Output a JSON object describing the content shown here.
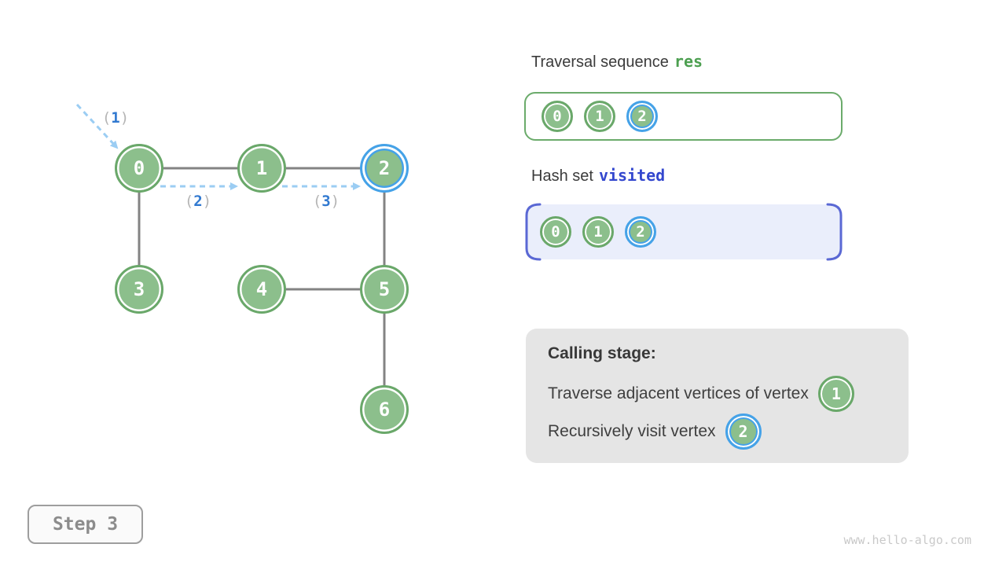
{
  "graph": {
    "nodes": [
      {
        "label": "0"
      },
      {
        "label": "1"
      },
      {
        "label": "2",
        "highlighted": true
      },
      {
        "label": "3"
      },
      {
        "label": "4"
      },
      {
        "label": "5"
      },
      {
        "label": "6"
      }
    ],
    "edges": [
      "0-1",
      "1-2",
      "0-3",
      "2-5",
      "4-5",
      "5-6"
    ],
    "arrow_labels": [
      {
        "open": "(",
        "num": "1",
        "close": ")"
      },
      {
        "open": "(",
        "num": "2",
        "close": ")"
      },
      {
        "open": "(",
        "num": "3",
        "close": ")"
      }
    ]
  },
  "panel": {
    "res": {
      "title": "Traversal sequence",
      "code": "res",
      "items": [
        "0",
        "1",
        "2"
      ],
      "highlight": "2"
    },
    "visited": {
      "title": "Hash set",
      "code": "visited",
      "items": [
        "0",
        "1",
        "2"
      ],
      "highlight": "2"
    },
    "calling": {
      "title": "Calling stage:",
      "lines": [
        {
          "text": "Traverse adjacent vertices of vertex",
          "vertex": "1",
          "highlighted": false
        },
        {
          "text": "Recursively visit vertex",
          "vertex": "2",
          "highlighted": true
        }
      ]
    }
  },
  "step": {
    "label": "Step 3"
  },
  "watermark": "www.hello-algo.com",
  "colors": {
    "node_fill": "#8cbf8c",
    "node_ring": "#6aa86a",
    "highlight_blue": "#45a2e8",
    "dash_arrow_blue": "#9bcdf3",
    "label_num_blue": "#3179d0",
    "edge_gray": "#838383",
    "res_green": "#4c9f50",
    "visited_blue": "#3347ce",
    "visited_bracket": "#5a68d4",
    "visited_fill": "#eaeefb",
    "calling_bg": "#e5e5e5"
  }
}
